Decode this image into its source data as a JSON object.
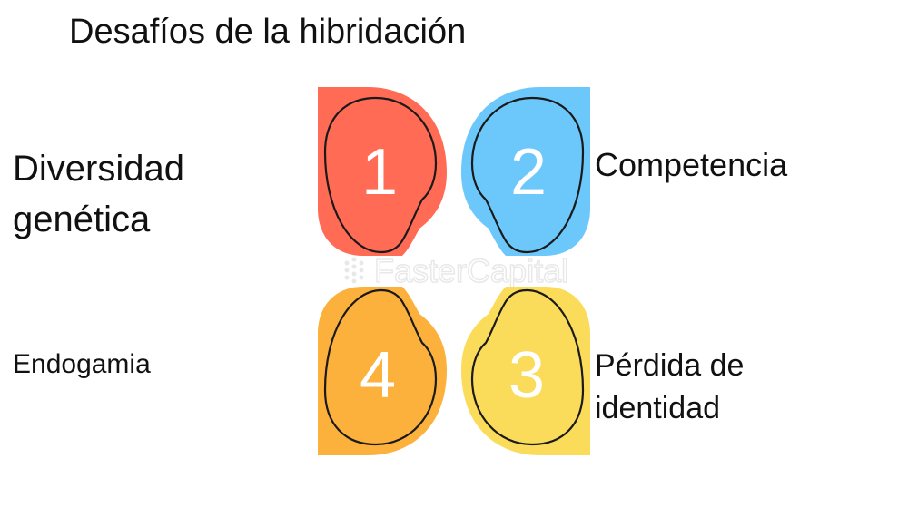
{
  "title": "Desafíos de la hibridación",
  "items": [
    {
      "number": "1",
      "label_lines": [
        "Diversidad",
        "genética"
      ],
      "color": "#FF6B55"
    },
    {
      "number": "2",
      "label_lines": [
        "Competencia"
      ],
      "color": "#6CC8FA"
    },
    {
      "number": "3",
      "label_lines": [
        "Pérdida de",
        "identidad"
      ],
      "color": "#FBDB5A"
    },
    {
      "number": "4",
      "label_lines": [
        "Endogamia"
      ],
      "color": "#FBB13C"
    }
  ],
  "watermark": "FasterCapital"
}
